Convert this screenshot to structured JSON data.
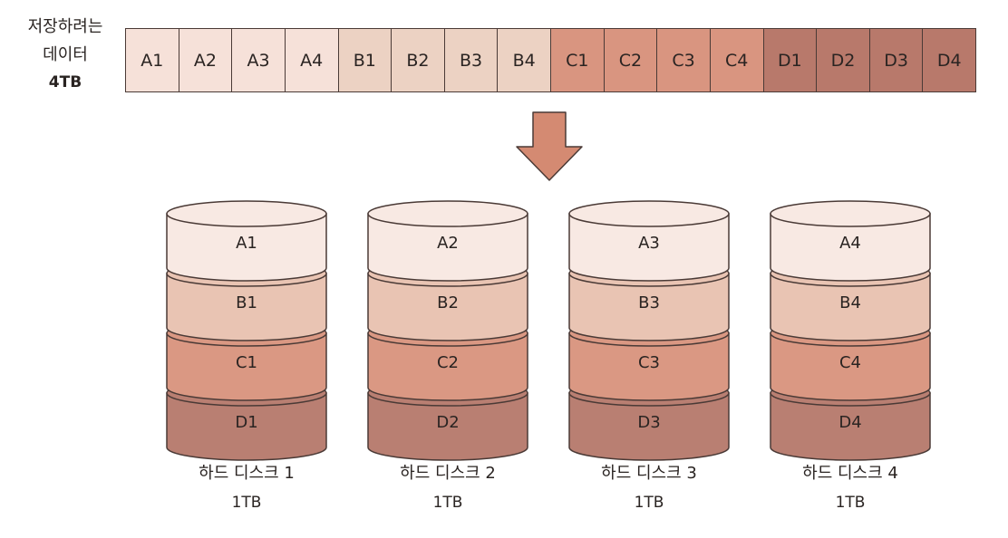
{
  "source": {
    "line1": "저장하려는",
    "line2": "데이터",
    "size": "4TB"
  },
  "blocks": [
    {
      "label": "A1",
      "color": "#f6e1d9"
    },
    {
      "label": "A2",
      "color": "#f6e1d9"
    },
    {
      "label": "A3",
      "color": "#f6e1d9"
    },
    {
      "label": "A4",
      "color": "#f6e1d9"
    },
    {
      "label": "B1",
      "color": "#ecd2c3"
    },
    {
      "label": "B2",
      "color": "#ecd2c3"
    },
    {
      "label": "B3",
      "color": "#ecd2c3"
    },
    {
      "label": "B4",
      "color": "#ecd2c3"
    },
    {
      "label": "C1",
      "color": "#d99580"
    },
    {
      "label": "C2",
      "color": "#d99580"
    },
    {
      "label": "C3",
      "color": "#d99580"
    },
    {
      "label": "C4",
      "color": "#d99580"
    },
    {
      "label": "D1",
      "color": "#b8796b"
    },
    {
      "label": "D2",
      "color": "#b8796b"
    },
    {
      "label": "D3",
      "color": "#b8796b"
    },
    {
      "label": "D4",
      "color": "#b8796b"
    }
  ],
  "arrow_color": "#d48a72",
  "layer_colors": [
    "#f8e9e3",
    "#e9c4b3",
    "#da9883",
    "#b97f72"
  ],
  "disks": [
    {
      "name": "하드 디스크 1",
      "capacity": "1TB",
      "layers": [
        "A1",
        "B1",
        "C1",
        "D1"
      ]
    },
    {
      "name": "하드 디스크 2",
      "capacity": "1TB",
      "layers": [
        "A2",
        "B2",
        "C2",
        "D2"
      ]
    },
    {
      "name": "하드 디스크 3",
      "capacity": "1TB",
      "layers": [
        "A3",
        "B3",
        "C3",
        "D3"
      ]
    },
    {
      "name": "하드 디스크 4",
      "capacity": "1TB",
      "layers": [
        "A4",
        "B4",
        "C4",
        "D4"
      ]
    }
  ]
}
